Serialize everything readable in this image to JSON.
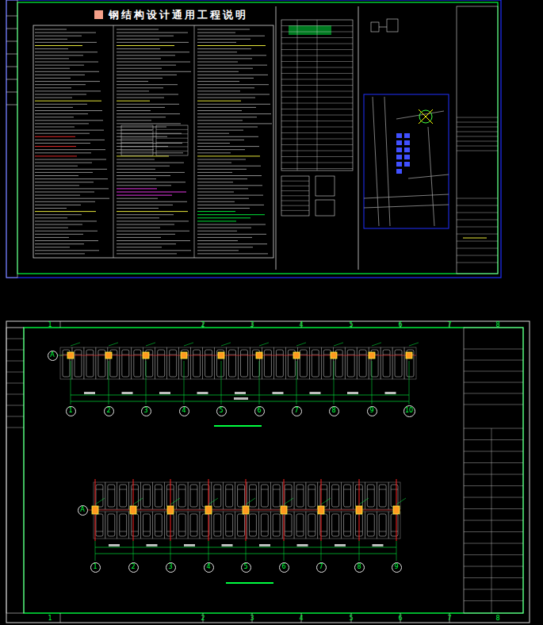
{
  "diagram": {
    "title": "钢结构设计通用工程说明",
    "nodes": [
      {
        "text": [
          "A"
        ]
      },
      {
        "text": [
          "1"
        ]
      },
      {
        "text": [
          "2"
        ]
      },
      {
        "text": [
          "3"
        ]
      },
      {
        "text": [
          "4"
        ]
      },
      {
        "text": [
          "5"
        ]
      },
      {
        "text": [
          "6"
        ]
      },
      {
        "text": [
          "7"
        ]
      },
      {
        "text": [
          "8"
        ]
      },
      {
        "text": [
          "9"
        ]
      },
      {
        "text": [
          "10"
        ]
      },
      {
        "text": [
          "A"
        ]
      },
      {
        "text": [
          "1"
        ]
      },
      {
        "text": [
          "2"
        ]
      },
      {
        "text": [
          "3"
        ]
      },
      {
        "text": [
          "4"
        ]
      },
      {
        "text": [
          "5"
        ]
      },
      {
        "text": [
          "6"
        ]
      },
      {
        "text": [
          "7"
        ]
      },
      {
        "text": [
          "8"
        ]
      },
      {
        "text": [
          "9"
        ]
      }
    ],
    "labels": [
      "1",
      "2",
      "3",
      "4",
      "5",
      "6",
      "7",
      "8",
      "1",
      "2",
      "3",
      "4",
      "5",
      "6",
      "7",
      "8"
    ]
  }
}
